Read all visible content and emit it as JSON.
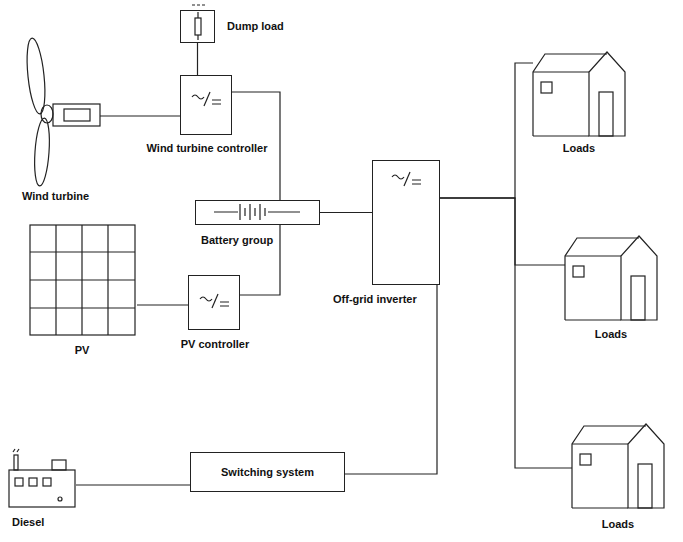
{
  "diagram": {
    "nodes": [
      {
        "text": [
          "Wind turbine"
        ]
      },
      {
        "text": [
          "Dump load"
        ]
      },
      {
        "text": [
          "Wind turbine controller"
        ]
      },
      {
        "text": [
          "Battery group"
        ]
      },
      {
        "text": [
          "PV"
        ]
      },
      {
        "text": [
          "PV controller"
        ]
      },
      {
        "text": [
          "Off-grid inverter"
        ]
      },
      {
        "text": [
          "Diesel"
        ]
      },
      {
        "text": [
          "Switching system"
        ]
      },
      {
        "text": [
          "Loads"
        ]
      },
      {
        "text": [
          "Loads"
        ]
      },
      {
        "text": [
          "Loads"
        ]
      }
    ],
    "edges": [
      {
        "from": 0,
        "to": 2,
        "arrow": "none"
      },
      {
        "from": 1,
        "to": 2,
        "arrow": "none"
      },
      {
        "from": 2,
        "to": 3,
        "arrow": "none"
      },
      {
        "from": 5,
        "to": 3,
        "arrow": "none"
      },
      {
        "from": 4,
        "to": 5,
        "arrow": "none"
      },
      {
        "from": 3,
        "to": 6,
        "arrow": "none"
      },
      {
        "from": 6,
        "to": 9,
        "arrow": "none"
      },
      {
        "from": 6,
        "to": 10,
        "arrow": "none"
      },
      {
        "from": 6,
        "to": 11,
        "arrow": "none"
      },
      {
        "from": 7,
        "to": 8,
        "arrow": "none"
      },
      {
        "from": 8,
        "to": 6,
        "arrow": "none"
      }
    ]
  }
}
